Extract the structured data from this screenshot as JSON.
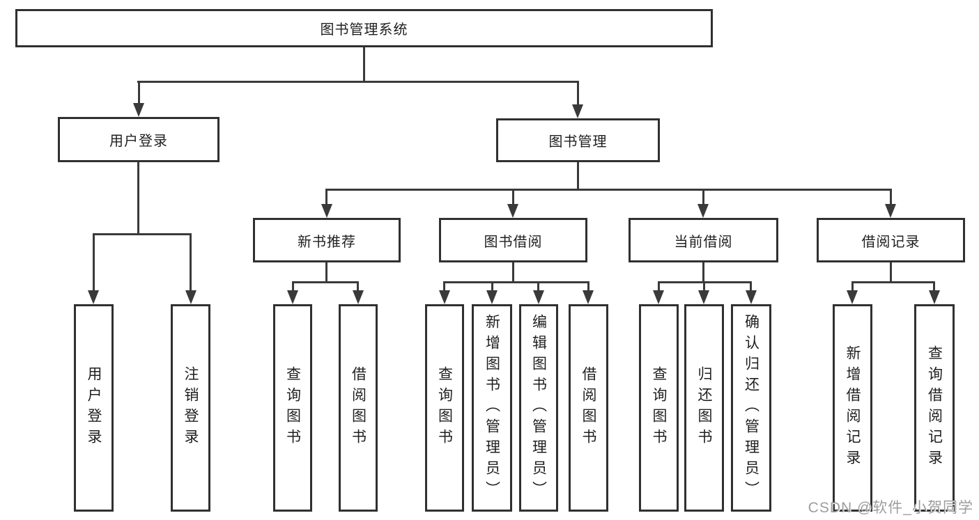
{
  "colors": {
    "line": "#3a3a3a",
    "node_border": "#303030",
    "node_fill": "#ffffff",
    "text": "#1f1f1f",
    "watermark_text": "#9d9d9d"
  },
  "nodes": {
    "root": "图书管理系统",
    "level2": {
      "user_login": "用户登录",
      "book_management": "图书管理"
    },
    "level3": {
      "new_book_recommend": "新书推荐",
      "book_borrowing": "图书借阅",
      "current_borrowing": "当前借阅",
      "borrowing_records": "借阅记录"
    },
    "leaves": [
      "用户登录",
      "注销登录",
      "查询图书",
      "借阅图书",
      "查询图书",
      "新增图书（管理员）",
      "编辑图书（管理员）",
      "借阅图书",
      "查询图书",
      "归还图书",
      "确认归还（管理员）",
      "新增借阅记录",
      "查询借阅记录"
    ]
  },
  "watermark": "CSDN @软件_小贺同学"
}
